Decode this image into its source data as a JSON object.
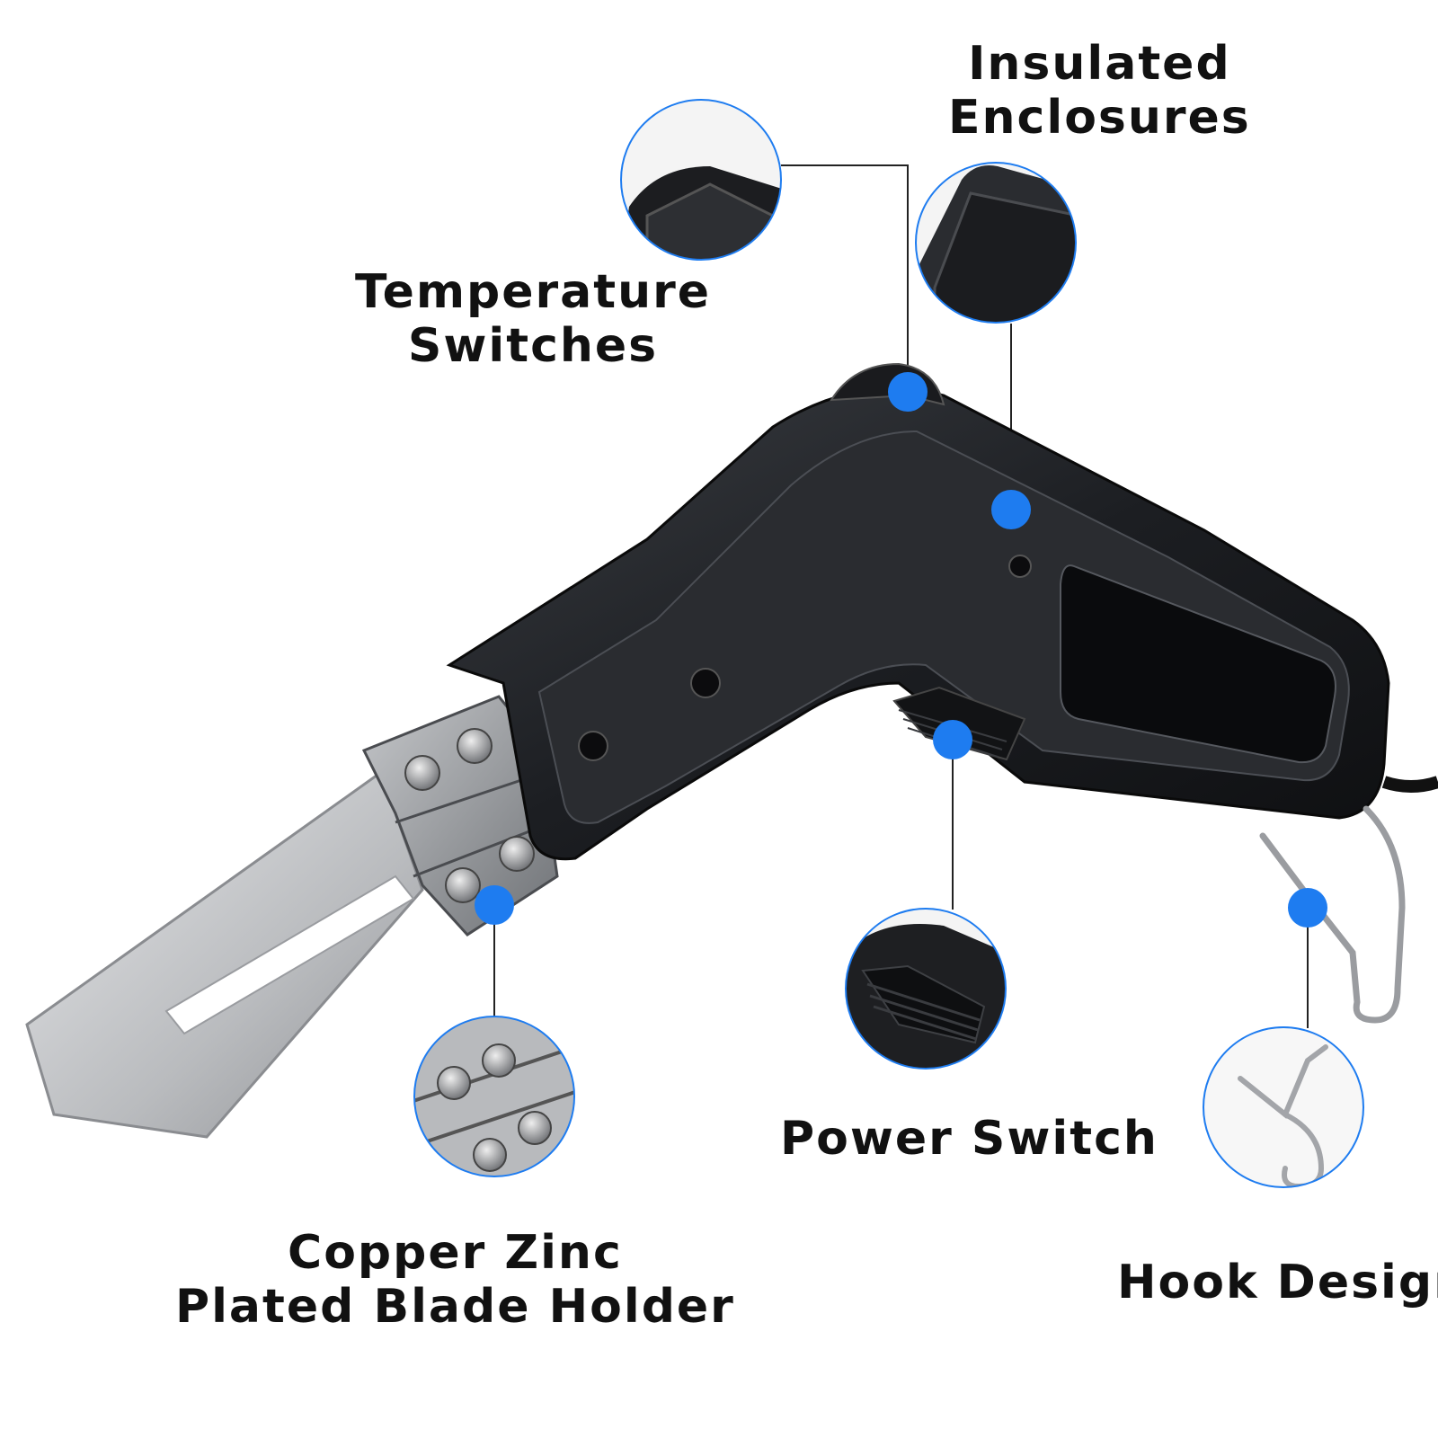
{
  "colors": {
    "accent": "#1e7cf0",
    "tool_body": "#222428",
    "blade": "#c8c9cb",
    "callout_ring": "#1e7cf0",
    "leader_line": "#222222"
  },
  "labels": {
    "insulated_enclosures": {
      "line1": "Insulated",
      "line2": "Enclosures"
    },
    "temperature_switches": {
      "line1": "Temperature",
      "line2": "Switches"
    },
    "power_switch": {
      "line1": "Power Switch"
    },
    "copper_zinc": {
      "line1": "Copper Zinc",
      "line2": "Plated Blade Holder"
    },
    "hook_design": {
      "line1": "Hook Design"
    }
  },
  "product": {
    "icon": "hot-knife-foam-cutter-icon"
  }
}
